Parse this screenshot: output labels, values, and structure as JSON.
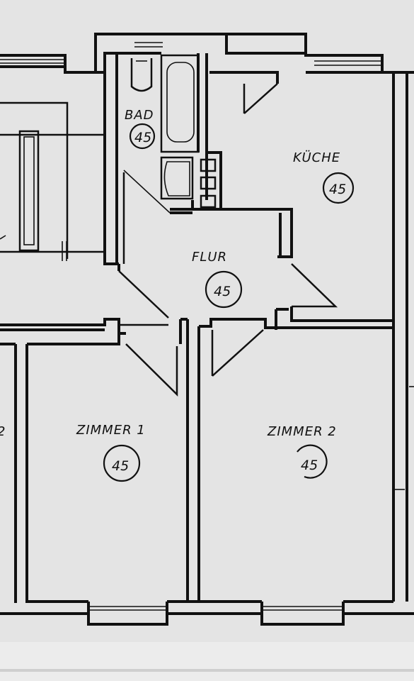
{
  "rooms": {
    "bad": {
      "label": "BAD",
      "value": "45"
    },
    "kueche": {
      "label": "KÜCHE",
      "value": "45"
    },
    "flur": {
      "label": "FLUR",
      "value": "45"
    },
    "zimmer1": {
      "label": "ZIMMER 1",
      "value": "45"
    },
    "zimmer2": {
      "label": "ZIMMER 2",
      "value": "45"
    }
  },
  "edge_fragment": {
    "label": "2"
  },
  "colors": {
    "background": "#e4e4e4",
    "ink": "#111111"
  }
}
